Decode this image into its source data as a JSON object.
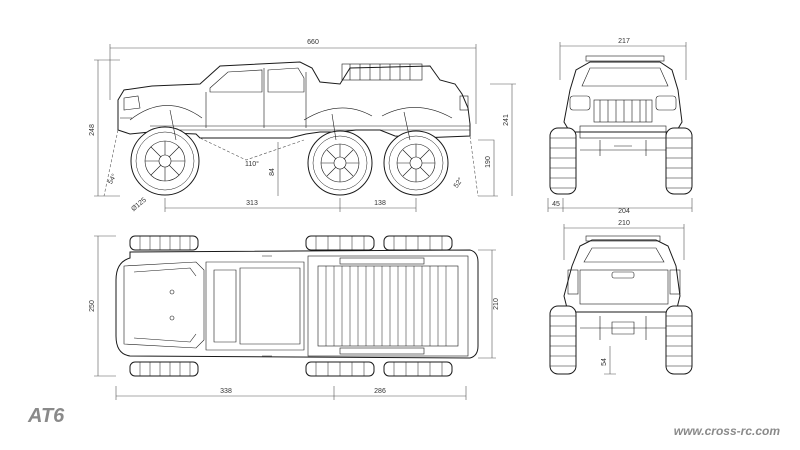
{
  "model_label": "AT6",
  "website": "www.cross-rc.com",
  "side_view": {
    "overall_length": "660",
    "overall_height": "248",
    "body_height": "241",
    "ground_clearance_rear": "190",
    "approach_angle": "54°",
    "departure_angle": "52°",
    "breakover_angle": "110°",
    "clearance": "84",
    "tire_diameter": "Ø125",
    "wheelbase_front": "313",
    "wheelbase_rear": "138"
  },
  "front_view": {
    "top_width": "217",
    "offset": "45",
    "track_width": "204"
  },
  "top_view": {
    "width_left": "250",
    "width_right": "210",
    "length_front": "338",
    "length_rear": "286"
  },
  "rear_view": {
    "top_width": "210",
    "ground_clearance": "54"
  }
}
